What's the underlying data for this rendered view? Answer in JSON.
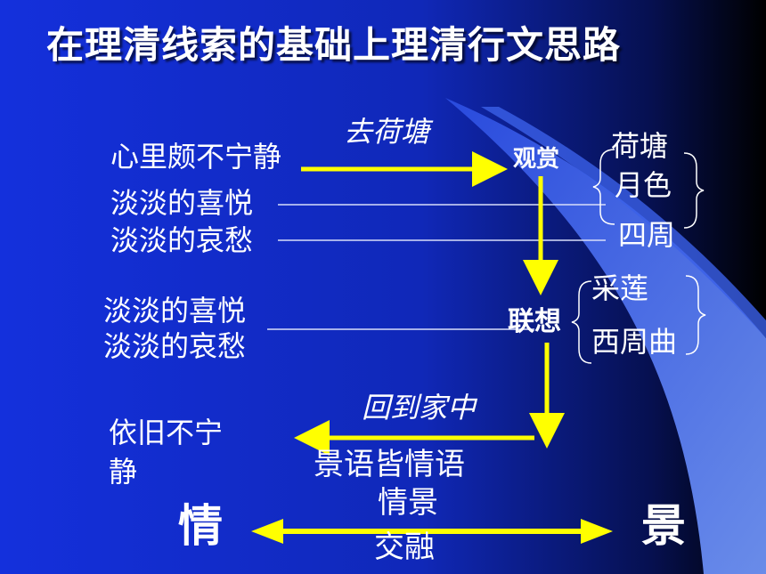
{
  "slide": {
    "title": "在理清线索的基础上理清行文思路",
    "left_column": {
      "start_state": "心里颇不宁静",
      "emotion_1_joy": "淡淡的喜悦",
      "emotion_1_sorrow": "淡淡的哀愁",
      "emotion_2_joy": "淡淡的喜悦",
      "emotion_2_sorrow": "淡淡的哀愁",
      "end_state_line1": "依旧不宁",
      "end_state_line2": "静"
    },
    "path": {
      "go_label": "去荷塘",
      "view_node": "观赏",
      "associate_node": "联想",
      "return_label": "回到家中",
      "scene_emotion_note": "景语皆情语"
    },
    "right_column": {
      "view_items": [
        "荷塘",
        "月色",
        "四周"
      ],
      "associate_items": [
        "采莲",
        "西周曲"
      ]
    },
    "bottom": {
      "left_word": "情",
      "right_word": "景",
      "blend_line1": "情景",
      "blend_line2": "交融"
    },
    "colors": {
      "background_blue": "#1533d8",
      "background_dark": "#000000",
      "accent_light_blue": "#5a82f0",
      "arrow_yellow": "#ffff00",
      "text_white": "#ffffff"
    }
  }
}
